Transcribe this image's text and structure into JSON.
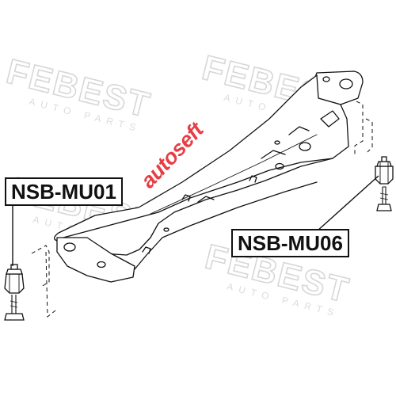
{
  "watermark": {
    "brand": "FEBEST",
    "tagline": "AUTO PARTS"
  },
  "logo": {
    "text": "autoseft",
    "color": "#e4232b"
  },
  "labels": {
    "part_left": "NSB-MU01",
    "part_right": "NSB-MU06"
  },
  "colors": {
    "line": "#111111",
    "watermark": "#d7d7d7",
    "background": "#ffffff"
  }
}
